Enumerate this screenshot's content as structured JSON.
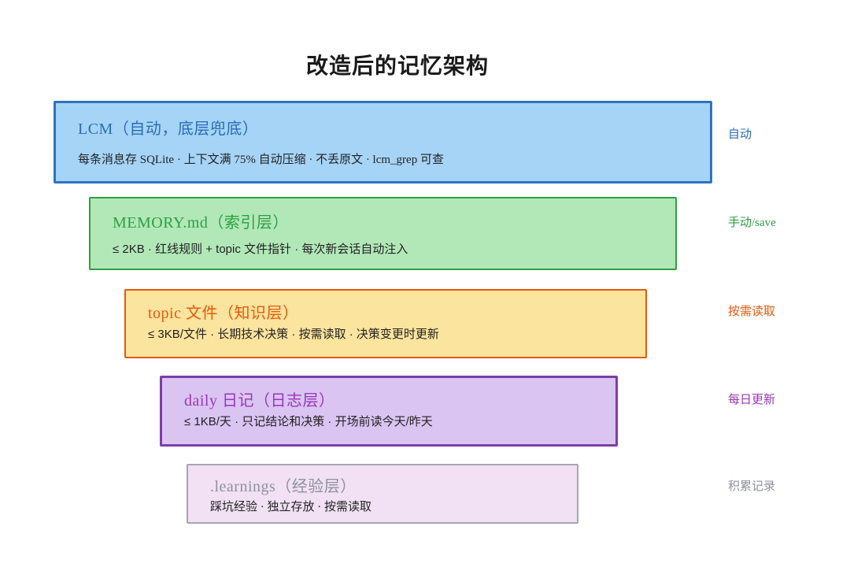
{
  "page_title": "改造后的记忆架构",
  "layers": [
    {
      "name": "LCM",
      "title": "LCM（自动，底层兜底）",
      "subtitle": "每条消息存 SQLite · 上下文满 75% 自动压缩 · 不丢原文 · lcm_grep 可查",
      "side_label": "自动",
      "colors": {
        "fill": "#a6d4f7",
        "border": "#2e74c0",
        "title": "#2b6cb5",
        "side_label": "#2b6cb5"
      }
    },
    {
      "name": "MEMORY.md",
      "title": "MEMORY.md（索引层）",
      "subtitle": "≤ 2KB · 红线规则 + topic 文件指针 · 每次新会话自动注入",
      "side_label": "手动/save",
      "colors": {
        "fill": "#b2e8b8",
        "border": "#2f9e44",
        "title": "#2f9e44",
        "side_label": "#2f9e44"
      }
    },
    {
      "name": "topic",
      "title": "topic 文件（知识层）",
      "subtitle": "≤ 3KB/文件 · 长期技术决策 · 按需读取 · 决策变更时更新",
      "side_label": "按需读取",
      "colors": {
        "fill": "#fbe49d",
        "border": "#e8590c",
        "title": "#e8590c",
        "side_label": "#e8590c"
      }
    },
    {
      "name": "daily",
      "title": "daily 日记（日志层）",
      "subtitle": "≤ 1KB/天 · 只记结论和决策 · 开场前读今天/昨天",
      "side_label": "每日更新",
      "colors": {
        "fill": "#dac4f2",
        "border": "#7d3da8",
        "title": "#9a36b8",
        "side_label": "#9a36b8"
      }
    },
    {
      "name": ".learnings",
      "title": ".learnings（经验层）",
      "subtitle": "踩坑经验 · 独立存放 · 按需读取",
      "side_label": "积累记录",
      "colors": {
        "fill": "#f2e1f5",
        "border": "#a6a6b0",
        "title": "#8d919c",
        "side_label": "#8d919c"
      }
    }
  ]
}
